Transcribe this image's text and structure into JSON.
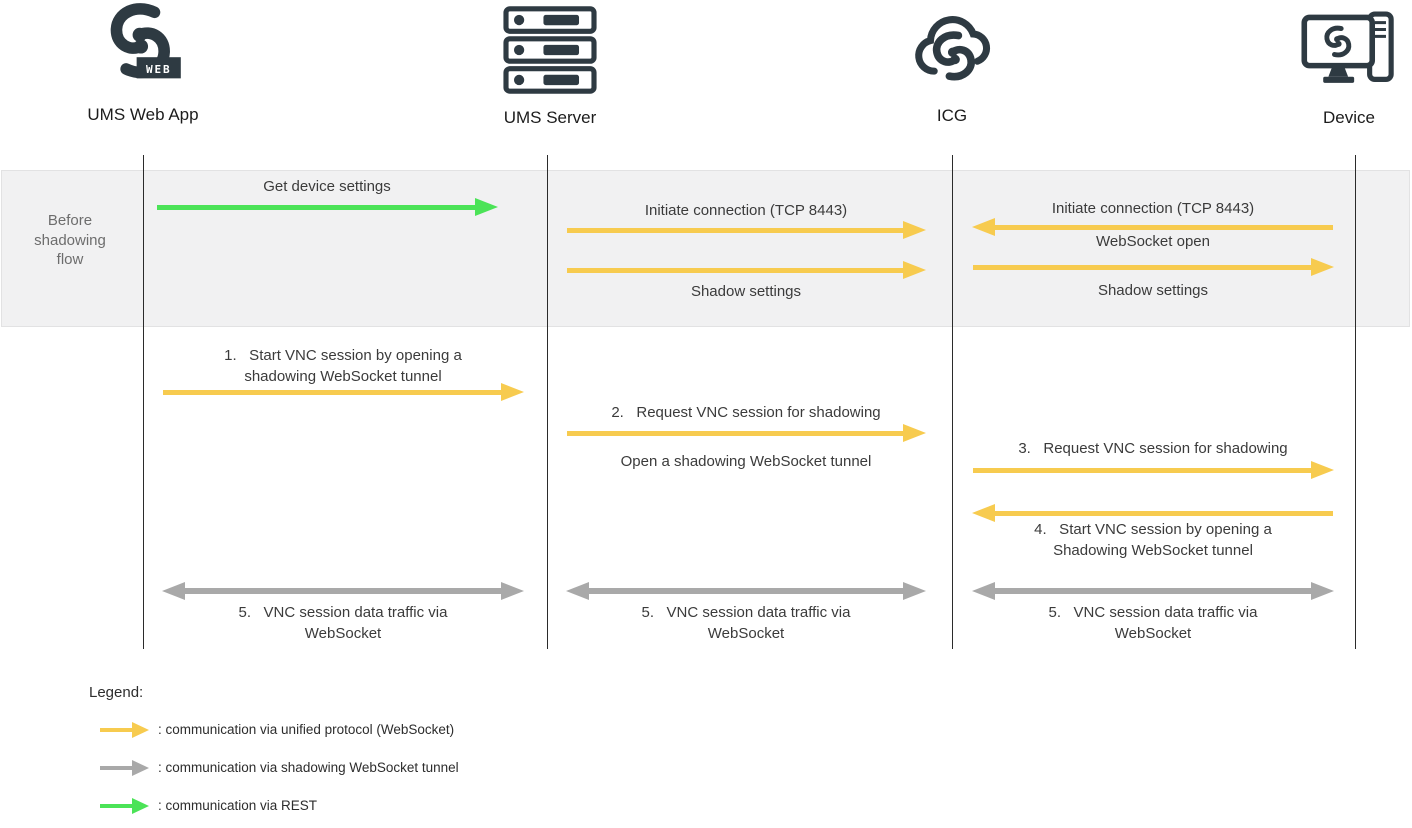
{
  "diagram": {
    "actors": [
      {
        "label": "UMS Web App",
        "icon": "ums-web-app-logo",
        "badge_text": "WEB"
      },
      {
        "label": "UMS Server",
        "icon": "server-stack-icon"
      },
      {
        "label": "ICG",
        "icon": "icg-cloud-icon"
      },
      {
        "label": "Device",
        "icon": "device-monitor-icon"
      }
    ],
    "band": {
      "row_label": "Before\nshadowing\nflow",
      "msg_get_device_settings": "Get device settings",
      "msg_initiate_ums_icg": "Initiate connection (TCP 8443)",
      "msg_shadow_settings_ums_icg": "Shadow settings",
      "msg_initiate_device_icg": "Initiate connection (TCP 8443)",
      "msg_websocket_open": "WebSocket open",
      "msg_shadow_settings_icg_device": "Shadow settings"
    },
    "flow": {
      "step1": "1.   Start VNC session by opening a\nshadowing WebSocket tunnel",
      "step2_above": "2.   Request VNC session for shadowing",
      "step2_below": "Open a shadowing WebSocket tunnel",
      "step3": "3.   Request VNC session for shadowing",
      "step4": "4.   Start VNC session by opening a\nShadowing WebSocket tunnel",
      "step5": "5.   VNC session data traffic via\nWebSocket"
    },
    "legend": {
      "title": "Legend:",
      "items": [
        {
          "type": "unified",
          "label": ": communication via unified protocol (WebSocket)"
        },
        {
          "type": "shadow-tunnel",
          "label": ": communication via shadowing WebSocket tunnel"
        },
        {
          "type": "rest",
          "label": ": communication via REST"
        }
      ]
    },
    "colors": {
      "unified_websocket": "#f7cb4f",
      "shadow_tunnel": "#a9a9a9",
      "rest": "#4be357",
      "icon_dark": "#2e3a42",
      "band_background": "#f1f1f2"
    }
  }
}
